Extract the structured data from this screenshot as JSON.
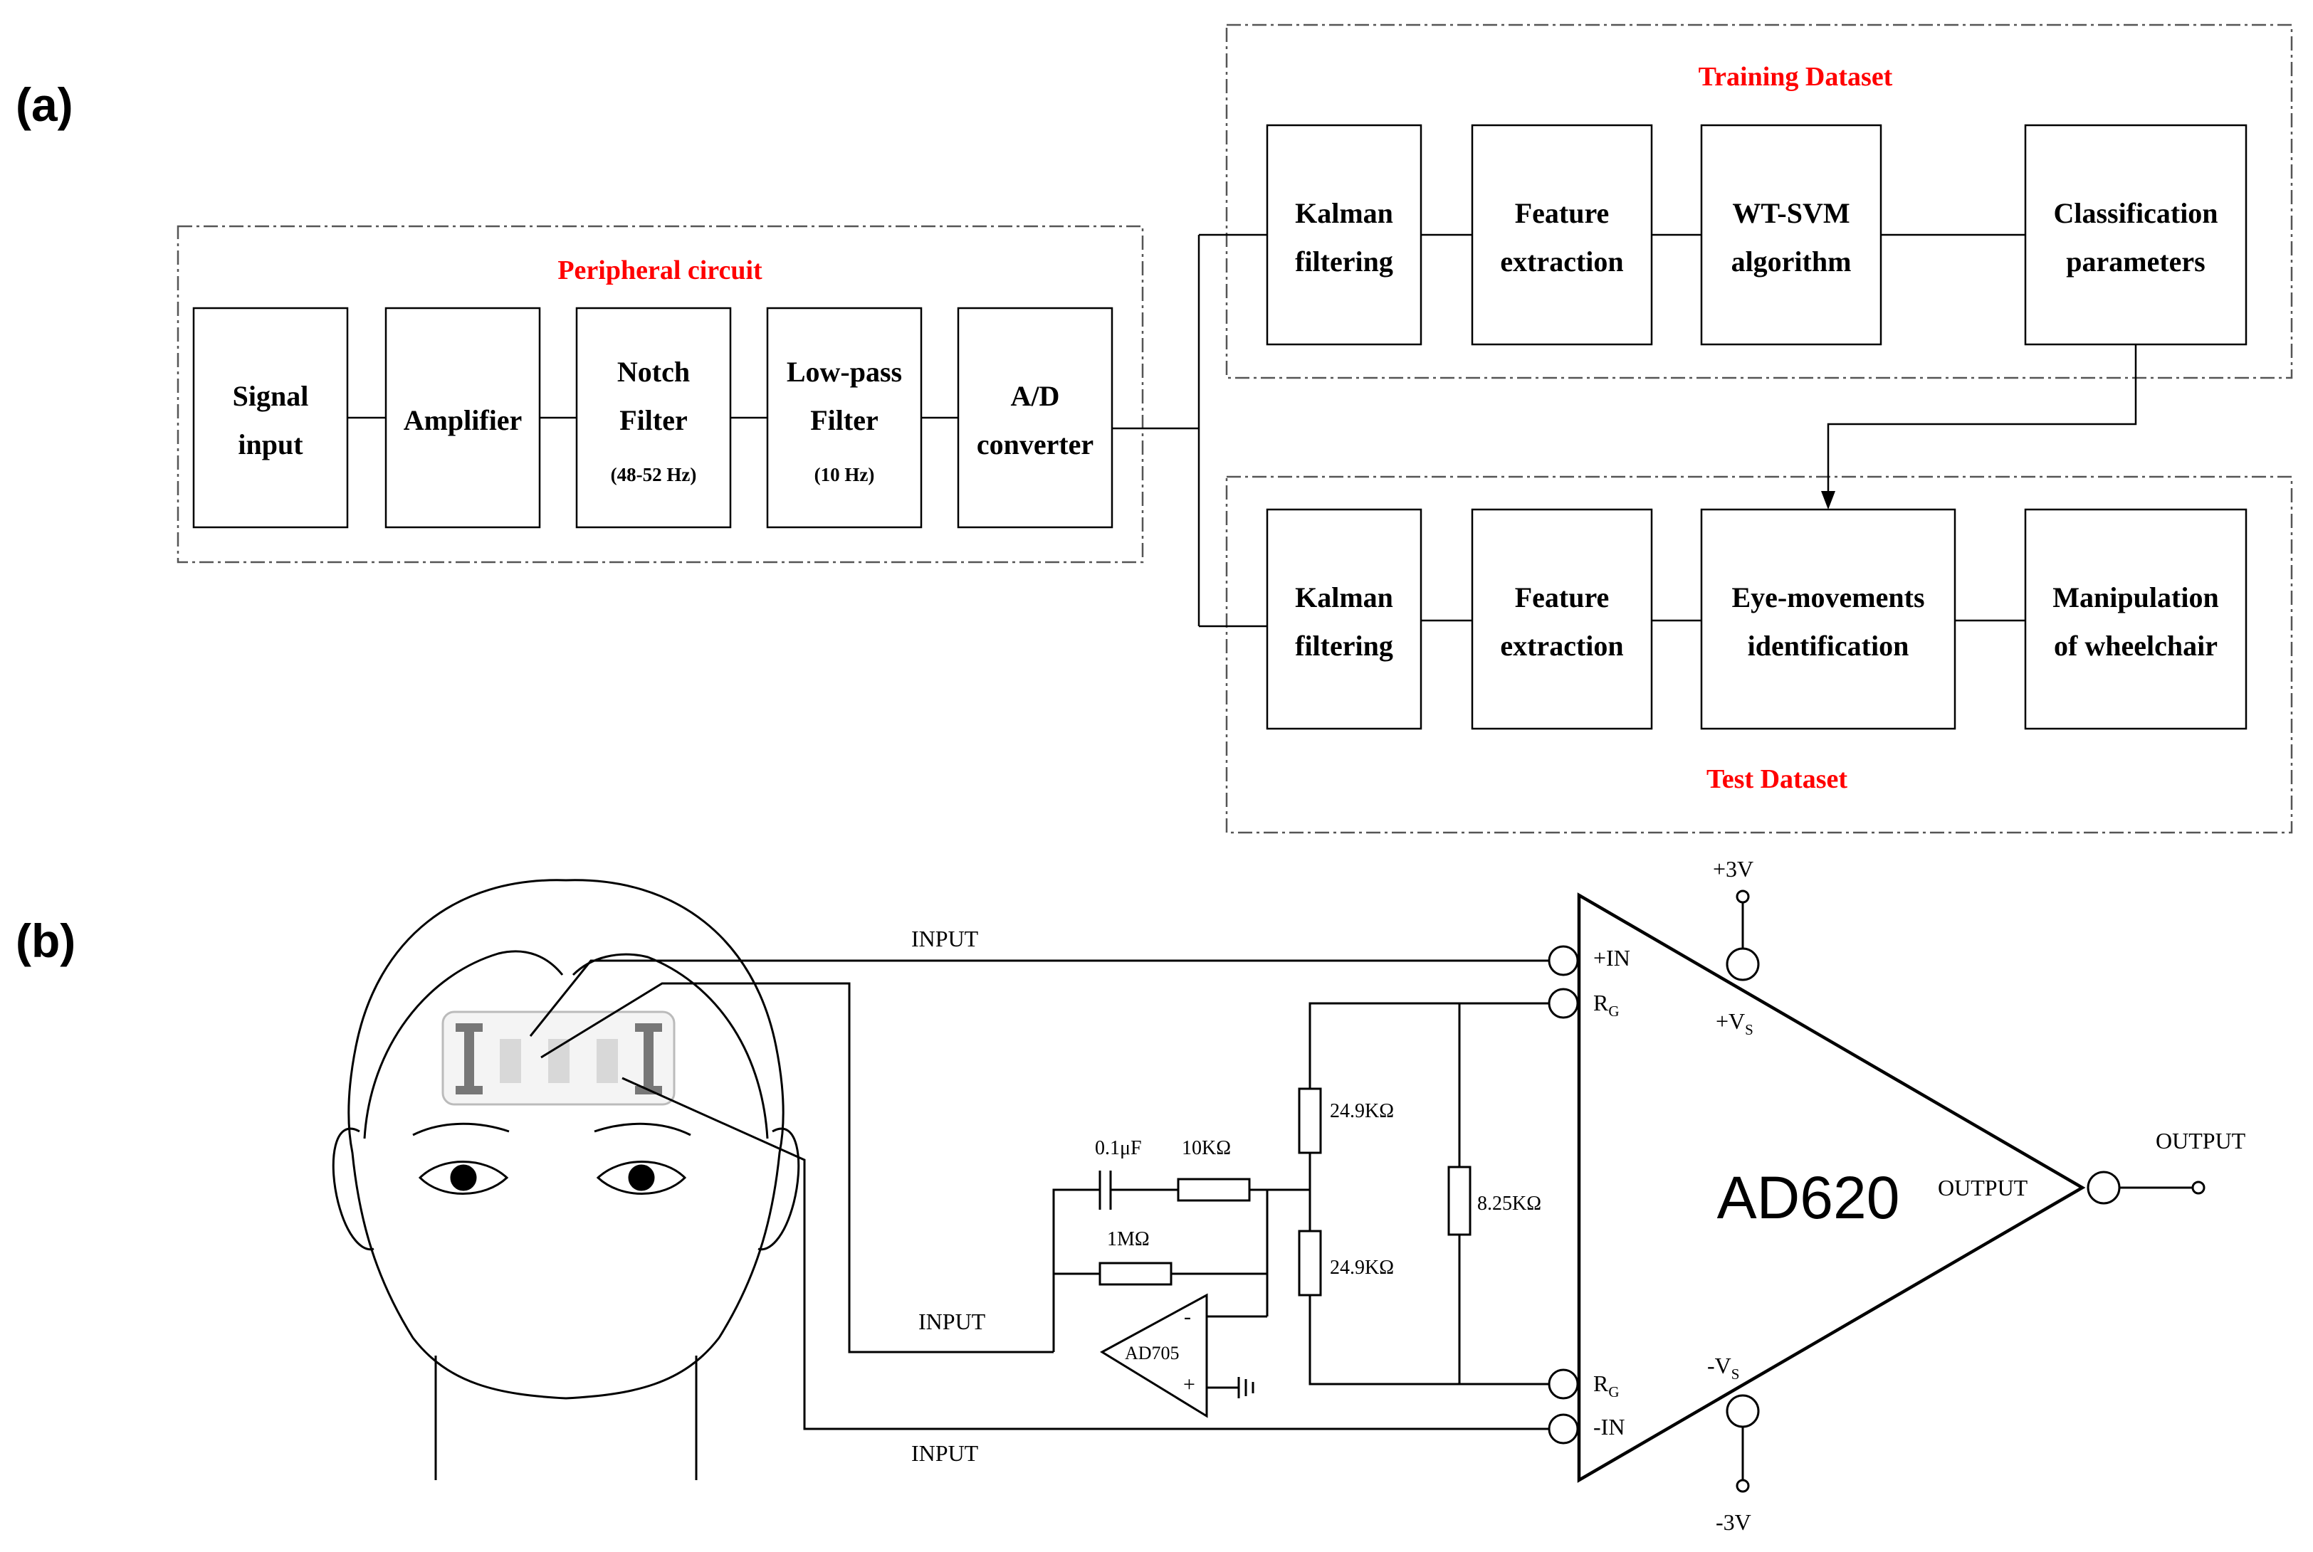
{
  "panel_labels": {
    "a": "(a)",
    "b": "(b)"
  },
  "colors": {
    "title_red": "#ff0000",
    "line": "#000000",
    "dashed_frame": "#555555",
    "electrode": "#777777"
  },
  "panel_a": {
    "groups": {
      "peripheral": "Peripheral circuit",
      "training": "Training Dataset",
      "test": "Test Dataset"
    },
    "peripheral_blocks": [
      {
        "lines": [
          "Signal",
          "input"
        ],
        "note": ""
      },
      {
        "lines": [
          "Amplifier"
        ],
        "note": ""
      },
      {
        "lines": [
          "Notch",
          "Filter"
        ],
        "note": "(48-52 Hz)"
      },
      {
        "lines": [
          "Low-pass",
          "Filter"
        ],
        "note": "(10 Hz)"
      },
      {
        "lines": [
          "A/D",
          "converter"
        ],
        "note": ""
      }
    ],
    "training_blocks": [
      {
        "lines": [
          "Kalman",
          "filtering"
        ]
      },
      {
        "lines": [
          "Feature",
          "extraction"
        ]
      },
      {
        "lines": [
          "WT-SVM",
          "algorithm"
        ]
      },
      {
        "lines": [
          "Classification",
          "parameters"
        ]
      }
    ],
    "test_blocks": [
      {
        "lines": [
          "Kalman",
          "filtering"
        ]
      },
      {
        "lines": [
          "Feature",
          "extraction"
        ]
      },
      {
        "lines": [
          "Eye-movements",
          "identification"
        ]
      },
      {
        "lines": [
          "Manipulation",
          "of wheelchair"
        ]
      }
    ]
  },
  "panel_b": {
    "chip": "AD620",
    "opamp": "AD705",
    "pins": {
      "plus_in": "+IN",
      "minus_in": "-IN",
      "rg": "R",
      "rg_sub": "G",
      "vs_plus": "+V",
      "vs_minus": "-V",
      "vs_sub": "S",
      "output": "OUTPUT"
    },
    "supplies": {
      "plus": "+3V",
      "minus": "-3V"
    },
    "opamp_pins": {
      "inv": "-",
      "noninv": "+"
    },
    "labels": {
      "input": "INPUT",
      "output": "OUTPUT"
    },
    "components": {
      "cap": "0.1μF",
      "r10k": "10KΩ",
      "r1m": "1MΩ",
      "r249_top": "24.9KΩ",
      "r249_bottom": "24.9KΩ",
      "r825": "8.25KΩ"
    }
  }
}
